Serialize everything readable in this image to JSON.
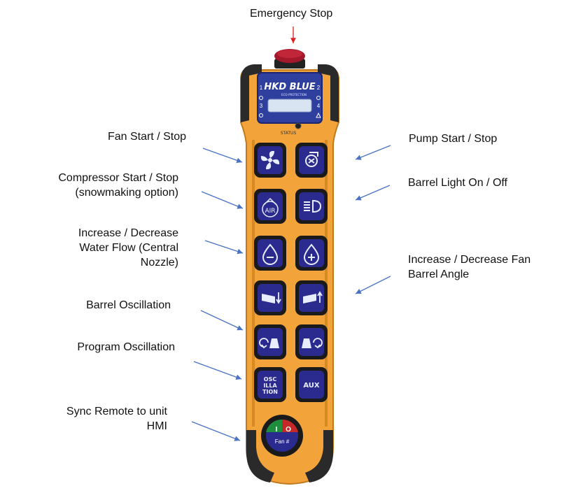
{
  "callouts": {
    "emergency_stop": "Emergency Stop",
    "fan": "Fan Start / Stop",
    "pump": "Pump Start / Stop",
    "compressor": [
      "Compressor Start / Stop",
      "(snowmaking option)"
    ],
    "barrel_light": "Barrel Light On / Off",
    "water_flow": [
      "Increase / Decrease",
      "Water Flow (Central",
      "Nozzle)"
    ],
    "fan_angle": [
      "Increase / Decrease Fan",
      "Barrel Angle"
    ],
    "barrel_oscillation": "Barrel Oscillation",
    "program_oscillation": "Program Oscillation",
    "sync": [
      "Sync Remote to unit",
      "HMI"
    ]
  },
  "remote": {
    "brand": "HKD BLUE",
    "brand_sub": "ECO-PROTECTION",
    "status_label": "STATUS",
    "indicators_left": [
      "1",
      "3"
    ],
    "indicators_right": [
      "2",
      "4"
    ],
    "buttons": {
      "air": "AIR",
      "osc_line1": "OSC",
      "osc_line2": "ILLA",
      "osc_line3": "TION",
      "aux": "AUX"
    },
    "power": {
      "on": "I",
      "off": "O",
      "label": "Fan #"
    },
    "colors": {
      "body": "#F2A33A",
      "body_dark": "#D88A22",
      "button_face": "#2B2A8F",
      "button_frame": "#1A1A1A",
      "emergency": "#A3182A",
      "arrow": "#4A73C4",
      "arrow_emergency": "#E02020"
    },
    "icons": [
      "fan-icon",
      "pump-icon",
      "air-icon",
      "headlight-icon",
      "water-drop-minus-icon",
      "water-drop-plus-icon",
      "barrel-angle-down-icon",
      "barrel-angle-up-icon",
      "rotate-left-icon",
      "rotate-right-icon"
    ]
  }
}
